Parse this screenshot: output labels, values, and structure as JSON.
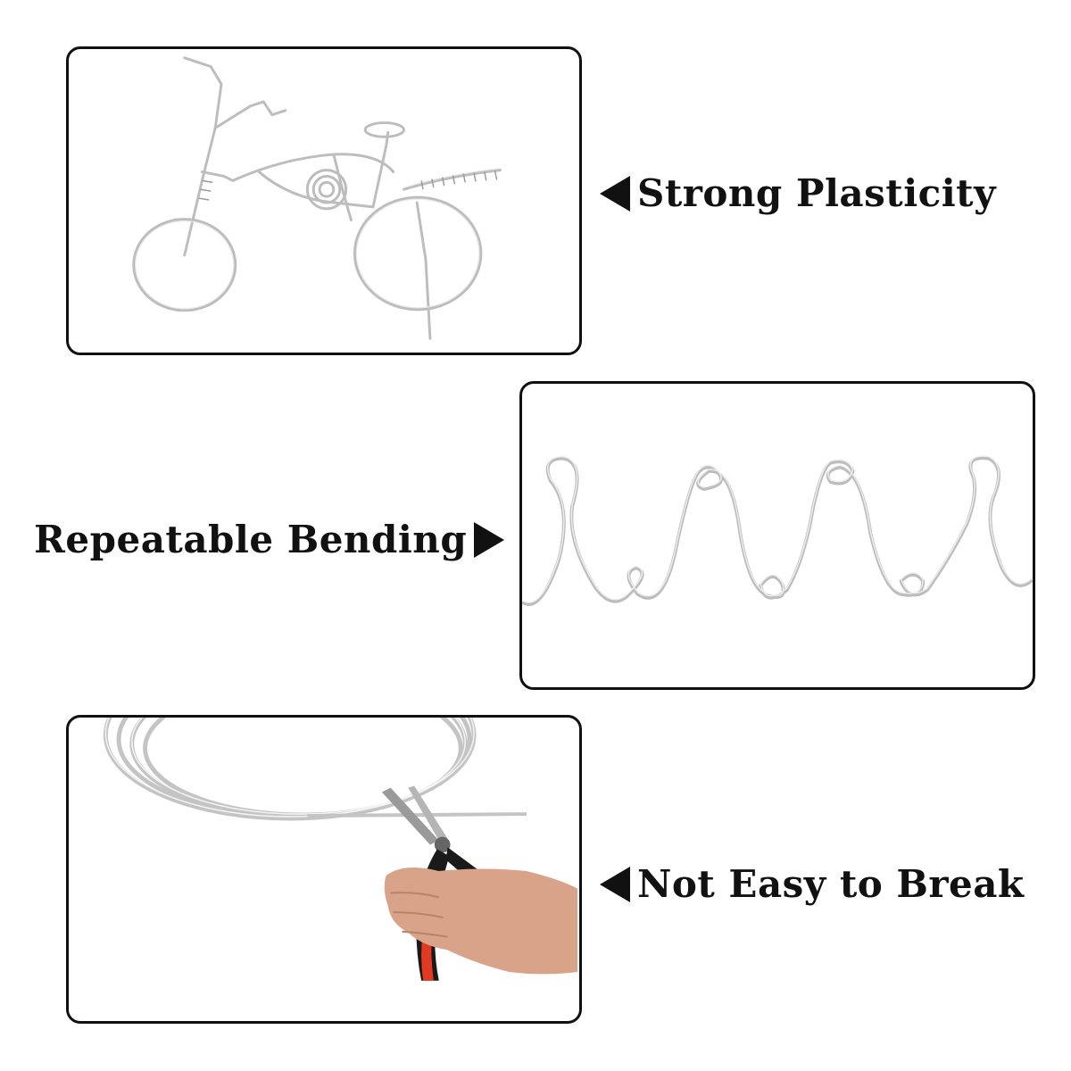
{
  "features": [
    {
      "label": "Strong Plasticity",
      "image": "wire-bicycle-sculpture"
    },
    {
      "label": "Repeatable Bending",
      "image": "bent-wave-wire-with-loops"
    },
    {
      "label": "Not Easy to Break",
      "image": "wire-coil-with-pliers-in-hand"
    }
  ],
  "colors": {
    "wire": "#c7c7c7",
    "wire_highlight": "#f2f2f2",
    "frame": "#111111",
    "plier_handle": "#1a1a1a",
    "plier_accent": "#e23a22",
    "skin": "#d9a38a"
  }
}
